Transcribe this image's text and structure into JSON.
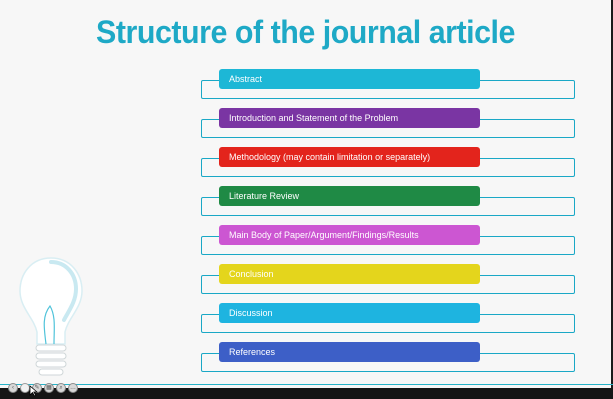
{
  "slide": {
    "title": "Structure of the journal article",
    "title_color": "#1ea9c6",
    "frame_color": "#1aa8c6",
    "items": [
      {
        "label": "Abstract",
        "color": "#1db7d6"
      },
      {
        "label": "Introduction and Statement of the Problem",
        "color": "#7a35a3"
      },
      {
        "label": "Methodology (may contain limitation or separately)",
        "color": "#e3241c"
      },
      {
        "label": "Literature Review",
        "color": "#1f8a45"
      },
      {
        "label": "Main Body of Paper/Argument/Findings/Results",
        "color": "#cc56d2"
      },
      {
        "label": "Conclusion",
        "color": "#e4d51c"
      },
      {
        "label": "Discussion",
        "color": "#1eb4e0"
      },
      {
        "label": "References",
        "color": "#3d5fc7"
      }
    ]
  },
  "player_controls": [
    {
      "icon": "previous-icon"
    },
    {
      "icon": "pointer-icon"
    },
    {
      "icon": "pen-icon"
    },
    {
      "icon": "slides-grid-icon"
    },
    {
      "icon": "zoom-icon"
    },
    {
      "icon": "more-icon"
    }
  ]
}
